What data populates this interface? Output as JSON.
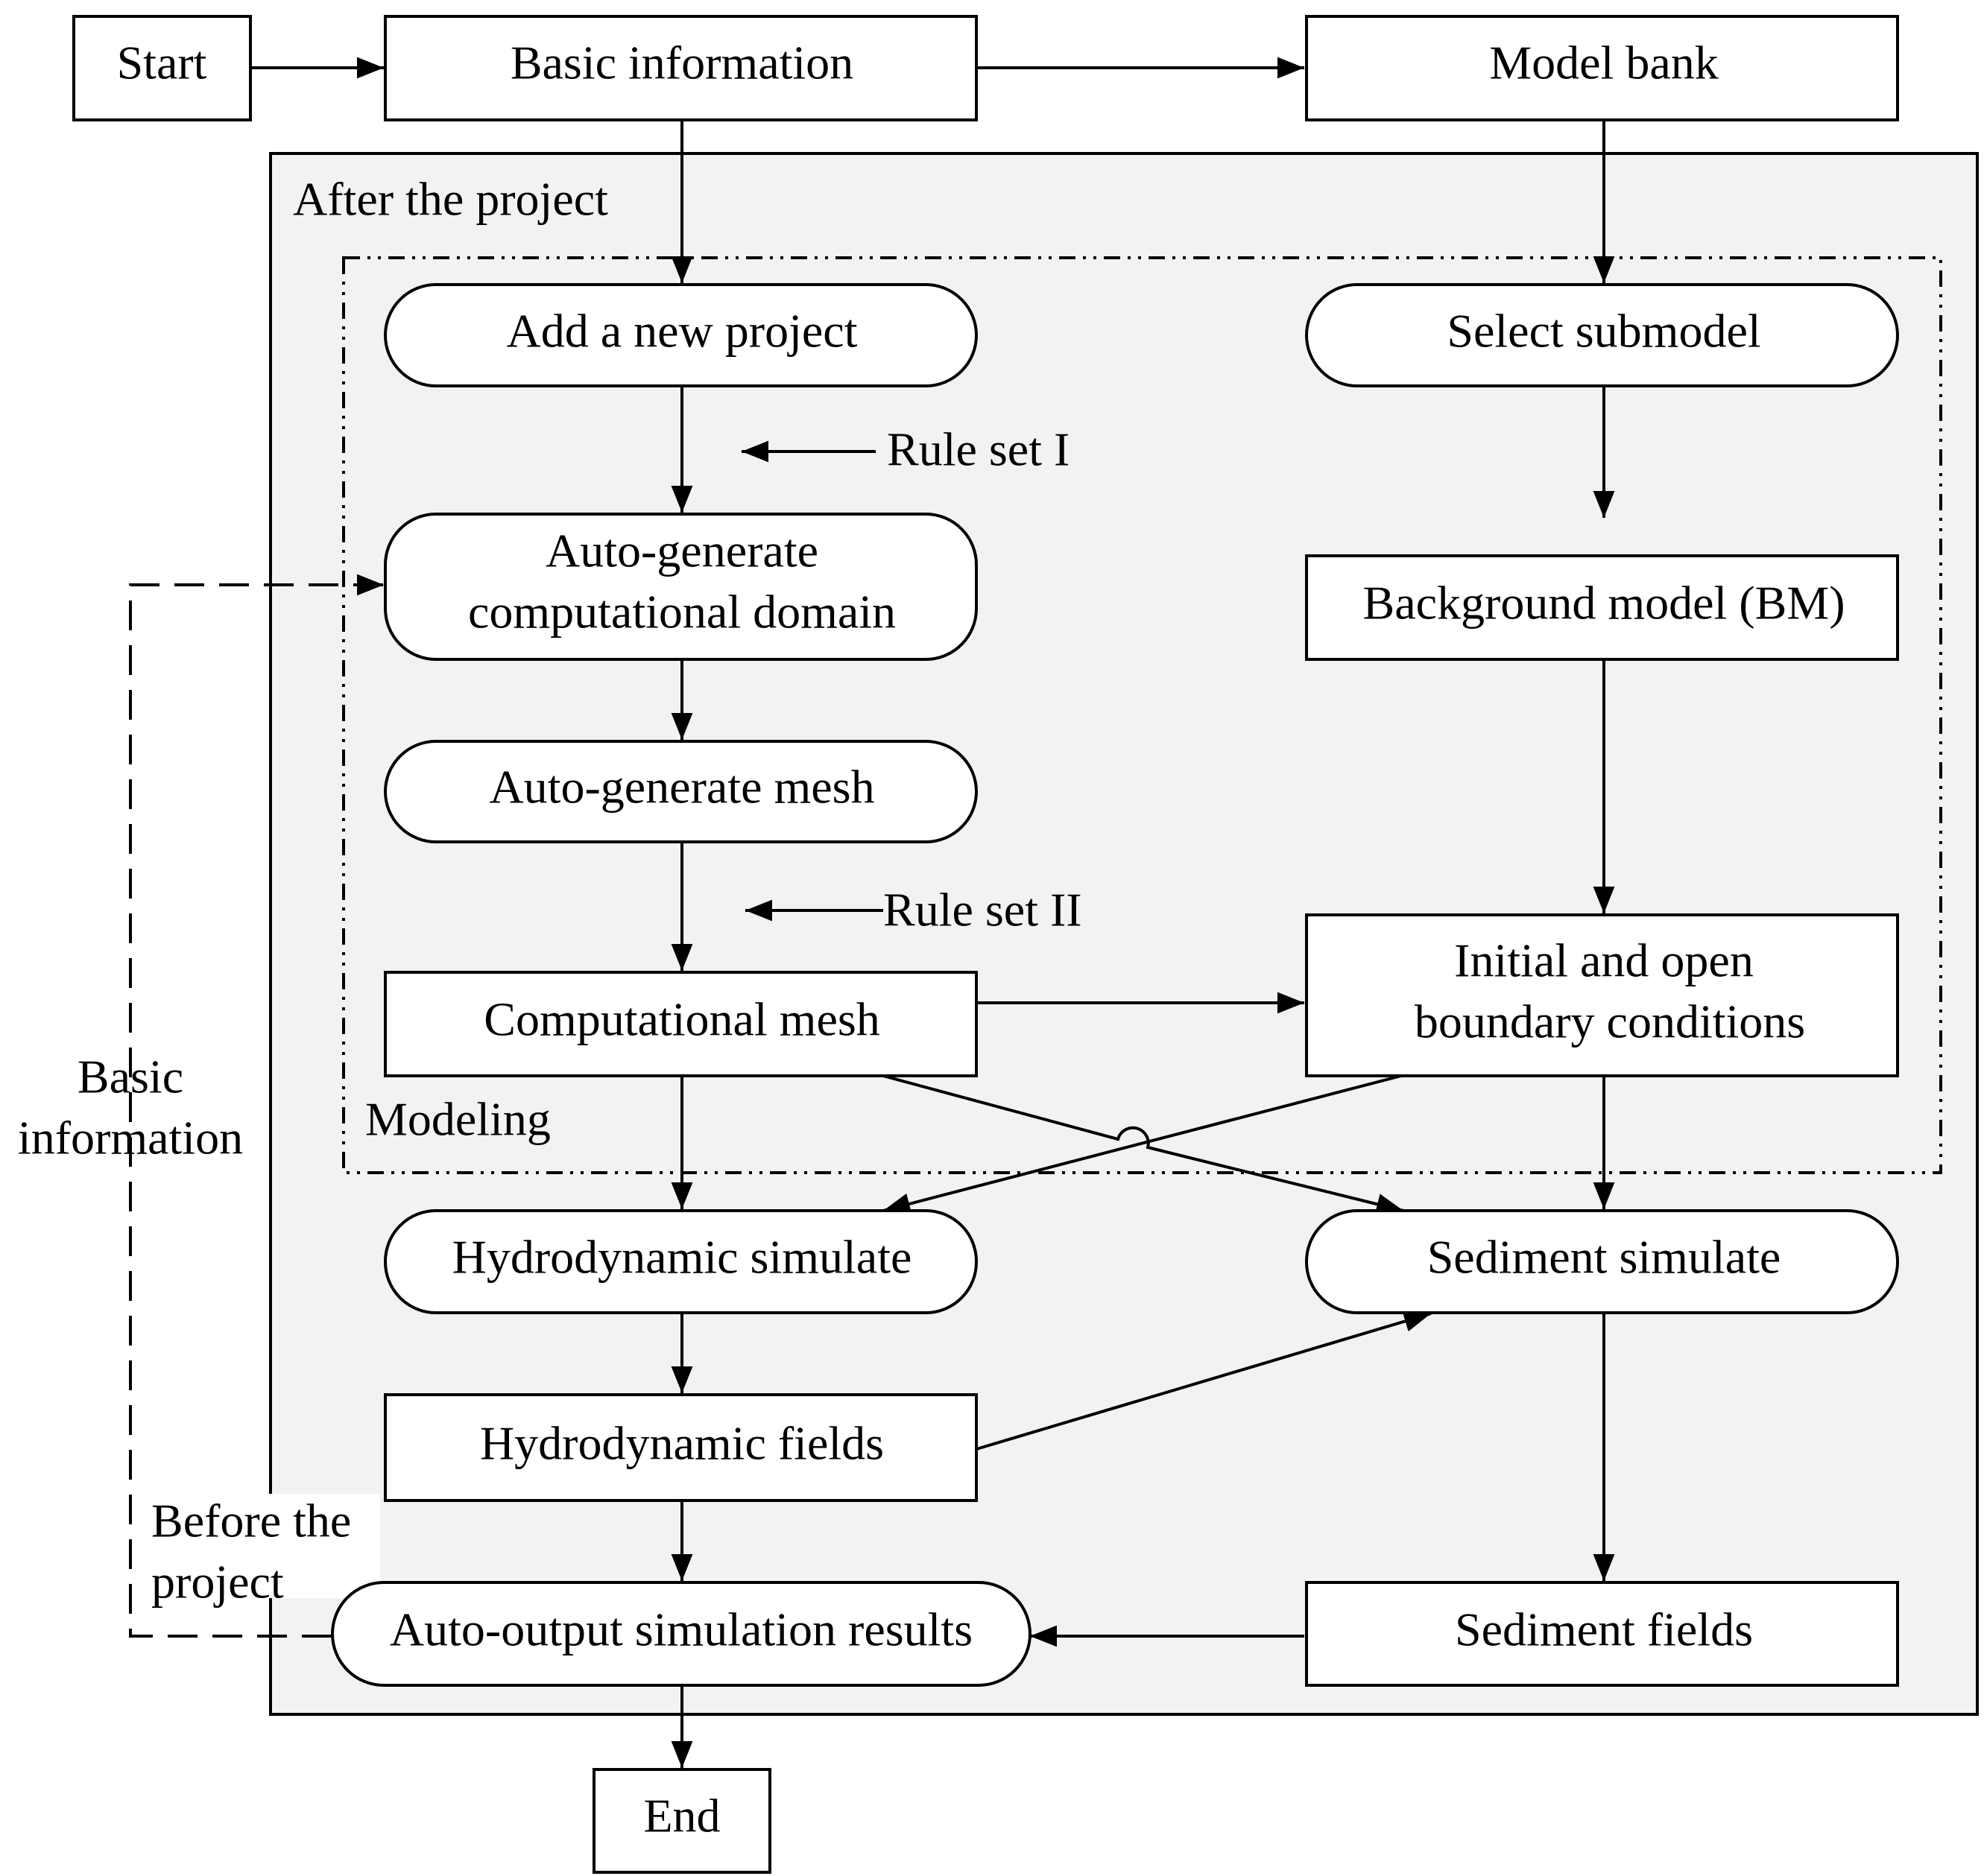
{
  "colors": {
    "panel_fill": "#f2f2f2",
    "stroke": "#000000",
    "node_fill": "#ffffff"
  },
  "nodes": {
    "start": "Start",
    "basic_information": "Basic information",
    "model_bank": "Model bank",
    "add_new_project": "Add a new project",
    "select_submodel": "Select submodel",
    "auto_generate_domain": [
      "Auto-generate",
      "computational domain"
    ],
    "background_model": "Background model (BM)",
    "auto_generate_mesh": "Auto-generate mesh",
    "computational_mesh": "Computational mesh",
    "initial_boundary": [
      "Initial and open",
      "boundary conditions"
    ],
    "hydrodynamic_simulate": "Hydrodynamic simulate",
    "sediment_simulate": "Sediment simulate",
    "hydrodynamic_fields": "Hydrodynamic fields",
    "sediment_fields": "Sediment fields",
    "auto_output": "Auto-output simulation results",
    "end": "End"
  },
  "labels": {
    "after_project": "After the project",
    "modeling": "Modeling",
    "rule_set_1": "Rule set I",
    "rule_set_2": "Rule set II",
    "basic_info_side": [
      "Basic",
      "information"
    ],
    "before_project": [
      "Before  the",
      "project"
    ]
  }
}
